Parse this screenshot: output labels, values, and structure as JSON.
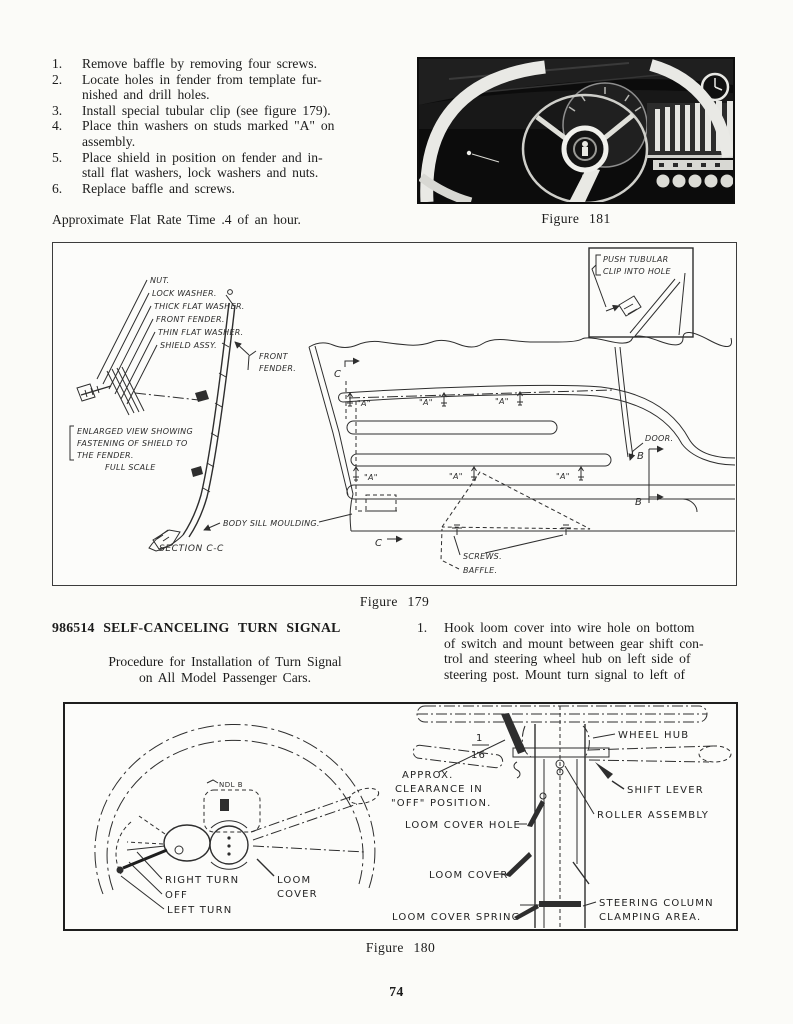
{
  "page": {
    "number": "74"
  },
  "colors": {
    "paper": "#fbfbf8",
    "ink": "#1c1c1c",
    "line": "#2e2e2e"
  },
  "left_column": {
    "steps": [
      {
        "num": "1.",
        "text": "Remove baffle by removing four screws."
      },
      {
        "num": "2.",
        "text": "Locate holes in fender from template fur-\nnished and drill holes."
      },
      {
        "num": "3.",
        "text": "Install special tubular clip (see figure 179)."
      },
      {
        "num": "4.",
        "text": "Place thin washers on studs marked \"A\" on\nassembly."
      },
      {
        "num": "5.",
        "text": "Place shield in position on fender and in-\nstall flat washers, lock washers and nuts."
      },
      {
        "num": "6.",
        "text": "Replace baffle and screws."
      }
    ],
    "flat_rate_note": "Approximate Flat Rate Time .4 of an hour.",
    "section_heading": "986514 SELF-CANCELING TURN SIGNAL",
    "procedure_note": "Procedure for Installation of Turn Signal\non All Model Passenger Cars."
  },
  "right_column": {
    "steps": [
      {
        "num": "1.",
        "text": "Hook loom cover into wire hole on bottom\nof switch and mount between gear shift con-\ntrol and steering wheel hub on left side of\nsteering post.  Mount turn signal to left of"
      }
    ]
  },
  "figures": {
    "fig181": {
      "caption": "Figure 181"
    },
    "fig179": {
      "caption": "Figure 179",
      "inset": [
        "PUSH TUBULAR",
        "CLIP INTO HOLE"
      ],
      "stack_labels": [
        "NUT.",
        "LOCK WASHER.",
        "THICK FLAT WASHER.",
        "FRONT FENDER.",
        "THIN FLAT WASHER.",
        "SHIELD ASSY."
      ],
      "front_fender": [
        "FRONT",
        "FENDER."
      ],
      "enlarged_note": [
        "ENLARGED VIEW SHOWING",
        "FASTENING OF SHIELD TO",
        "THE FENDER.",
        "FULL SCALE"
      ],
      "body_sill": "BODY SILL MOULDING.",
      "section": "SECTION C-C",
      "door": "DOOR.",
      "screws": "SCREWS.",
      "baffle": "BAFFLE.",
      "a_mark": "\"A\"",
      "b_mark": "B",
      "c_mark": "C"
    },
    "fig180": {
      "caption": "Figure 180",
      "left": {
        "hub_text": "NDL B",
        "right_turn": "RIGHT TURN",
        "off": "OFF",
        "left_turn": "LEFT TURN",
        "loom_cover": [
          "LOOM",
          "COVER"
        ]
      },
      "right": {
        "frac_num": "1",
        "frac_den": "16",
        "wheel_hub": "WHEEL HUB",
        "approx": [
          "APPROX.",
          "CLEARANCE IN",
          "\"OFF\" POSITION."
        ],
        "shift_lever": "SHIFT LEVER",
        "roller_assembly": "ROLLER ASSEMBLY",
        "loom_cover_hole": "LOOM COVER HOLE",
        "loom_cover": "LOOM COVER",
        "loom_cover_spring": "LOOM COVER SPRING",
        "steering_column": [
          "STEERING COLUMN",
          "CLAMPING AREA."
        ]
      }
    }
  }
}
